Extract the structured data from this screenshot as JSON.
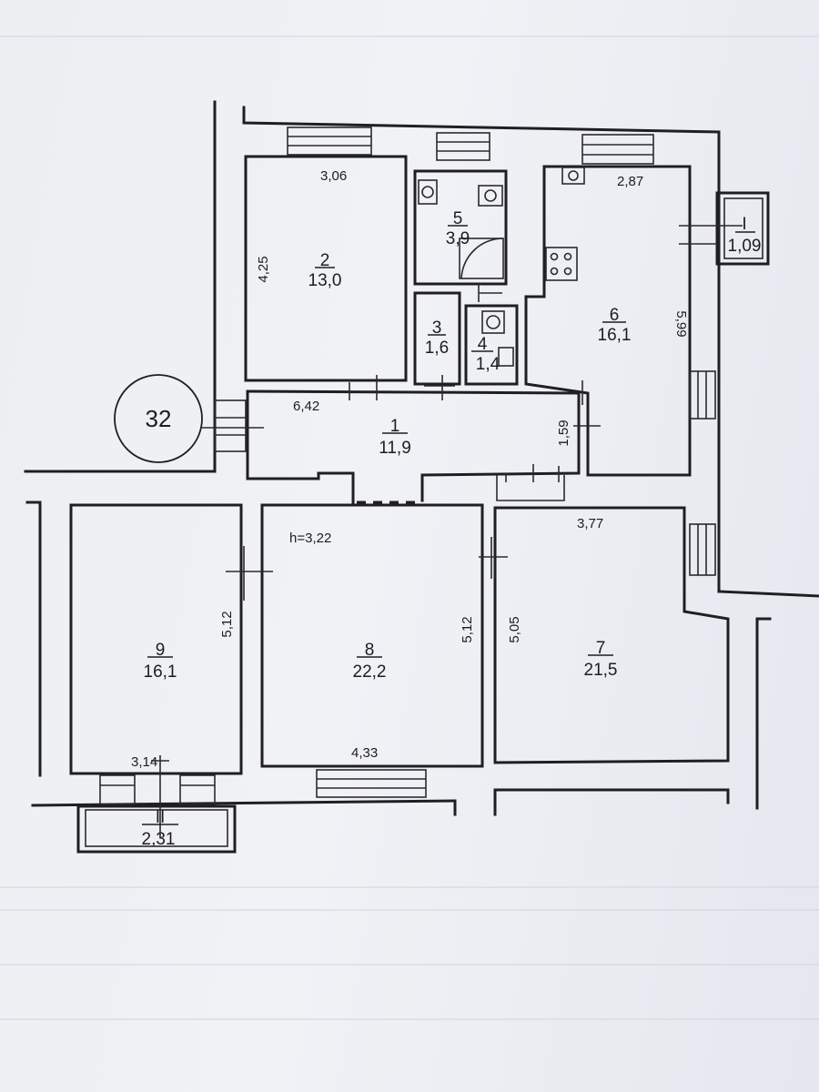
{
  "plan": {
    "building_number": "32",
    "ceiling_height": "h=3,22",
    "rooms": [
      {
        "key": "r1",
        "number": "1",
        "area": "11,9"
      },
      {
        "key": "r2",
        "number": "2",
        "area": "13,0"
      },
      {
        "key": "r3",
        "number": "3",
        "area": "1,6"
      },
      {
        "key": "r4",
        "number": "4",
        "area": "1,4"
      },
      {
        "key": "r5",
        "number": "5",
        "area": "3,9"
      },
      {
        "key": "r6",
        "number": "6",
        "area": "16,1"
      },
      {
        "key": "r7",
        "number": "7",
        "area": "21,5"
      },
      {
        "key": "r8",
        "number": "8",
        "area": "22,2"
      },
      {
        "key": "r9",
        "number": "9",
        "area": "16,1"
      },
      {
        "key": "bI",
        "number": "I",
        "area": "1,09"
      },
      {
        "key": "bII",
        "number": "II",
        "area": "2,31"
      }
    ],
    "dimensions": [
      "3,06",
      "4,25",
      "2,87",
      "5,99",
      "6,42",
      "1,59",
      "3,22",
      "3,77",
      "5,12",
      "5,12",
      "5,05",
      "3,14",
      "4,33"
    ]
  }
}
